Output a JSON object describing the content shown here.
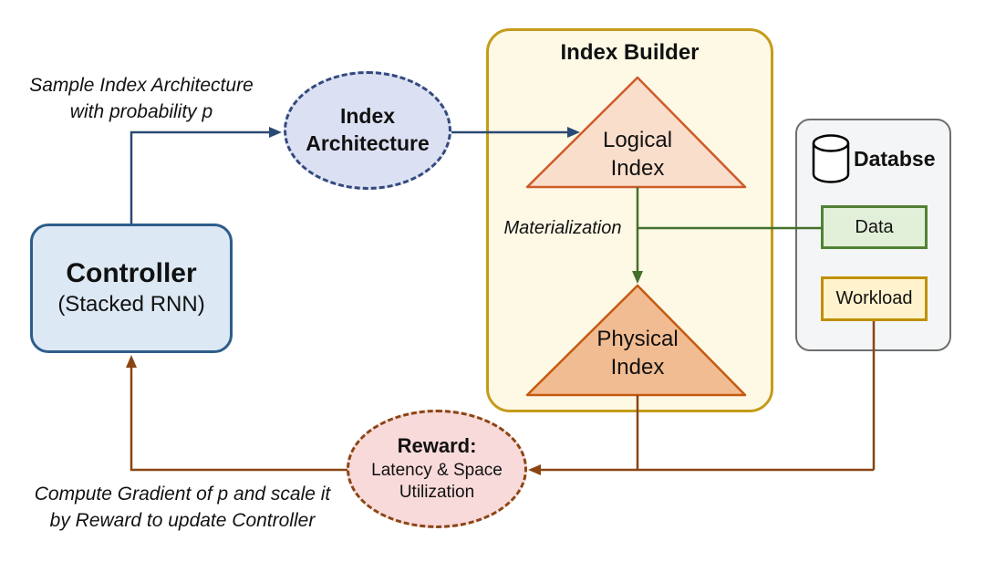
{
  "colors": {
    "line-blue": "#2a4a74",
    "line-green": "#44702c",
    "line-brown": "#8a4513",
    "controller-fill": "#dce8f4",
    "controller-border": "#2e5c8a",
    "arch-fill": "#dbe1f2",
    "arch-border": "#33497d",
    "builder-fill": "#fdf9e5",
    "builder-border": "#c49c1a",
    "logical-fill": "#f9decb",
    "logical-border": "#cf5b2a",
    "physical-fill": "#f2bc92",
    "physical-border": "#c55a11",
    "db-fill": "#f4f5f7",
    "db-border": "#6e6e6e",
    "data-fill": "#e2efd9",
    "data-border": "#538135",
    "workload-fill": "#fff2cc",
    "workload-border": "#bf9000",
    "reward-fill": "#f9dada",
    "reward-border": "#8a4513"
  },
  "annotations": {
    "sample": {
      "line1": "Sample Index Architecture",
      "line2": "with probability p"
    },
    "gradient": {
      "line1": "Compute Gradient of p and scale it",
      "line2": "by Reward to update Controller"
    }
  },
  "controller": {
    "title": "Controller",
    "subtitle": "(Stacked RNN)"
  },
  "index_architecture": {
    "line1": "Index",
    "line2": "Architecture"
  },
  "index_builder": {
    "title": "Index Builder",
    "logical_index": {
      "line1": "Logical",
      "line2": "Index"
    },
    "materialization_label": "Materialization",
    "physical_index": {
      "line1": "Physical",
      "line2": "Index"
    }
  },
  "database": {
    "title": "Databse",
    "data_label": "Data",
    "workload_label": "Workload"
  },
  "reward": {
    "title": "Reward:",
    "line1": "Latency & Space",
    "line2": "Utilization"
  }
}
